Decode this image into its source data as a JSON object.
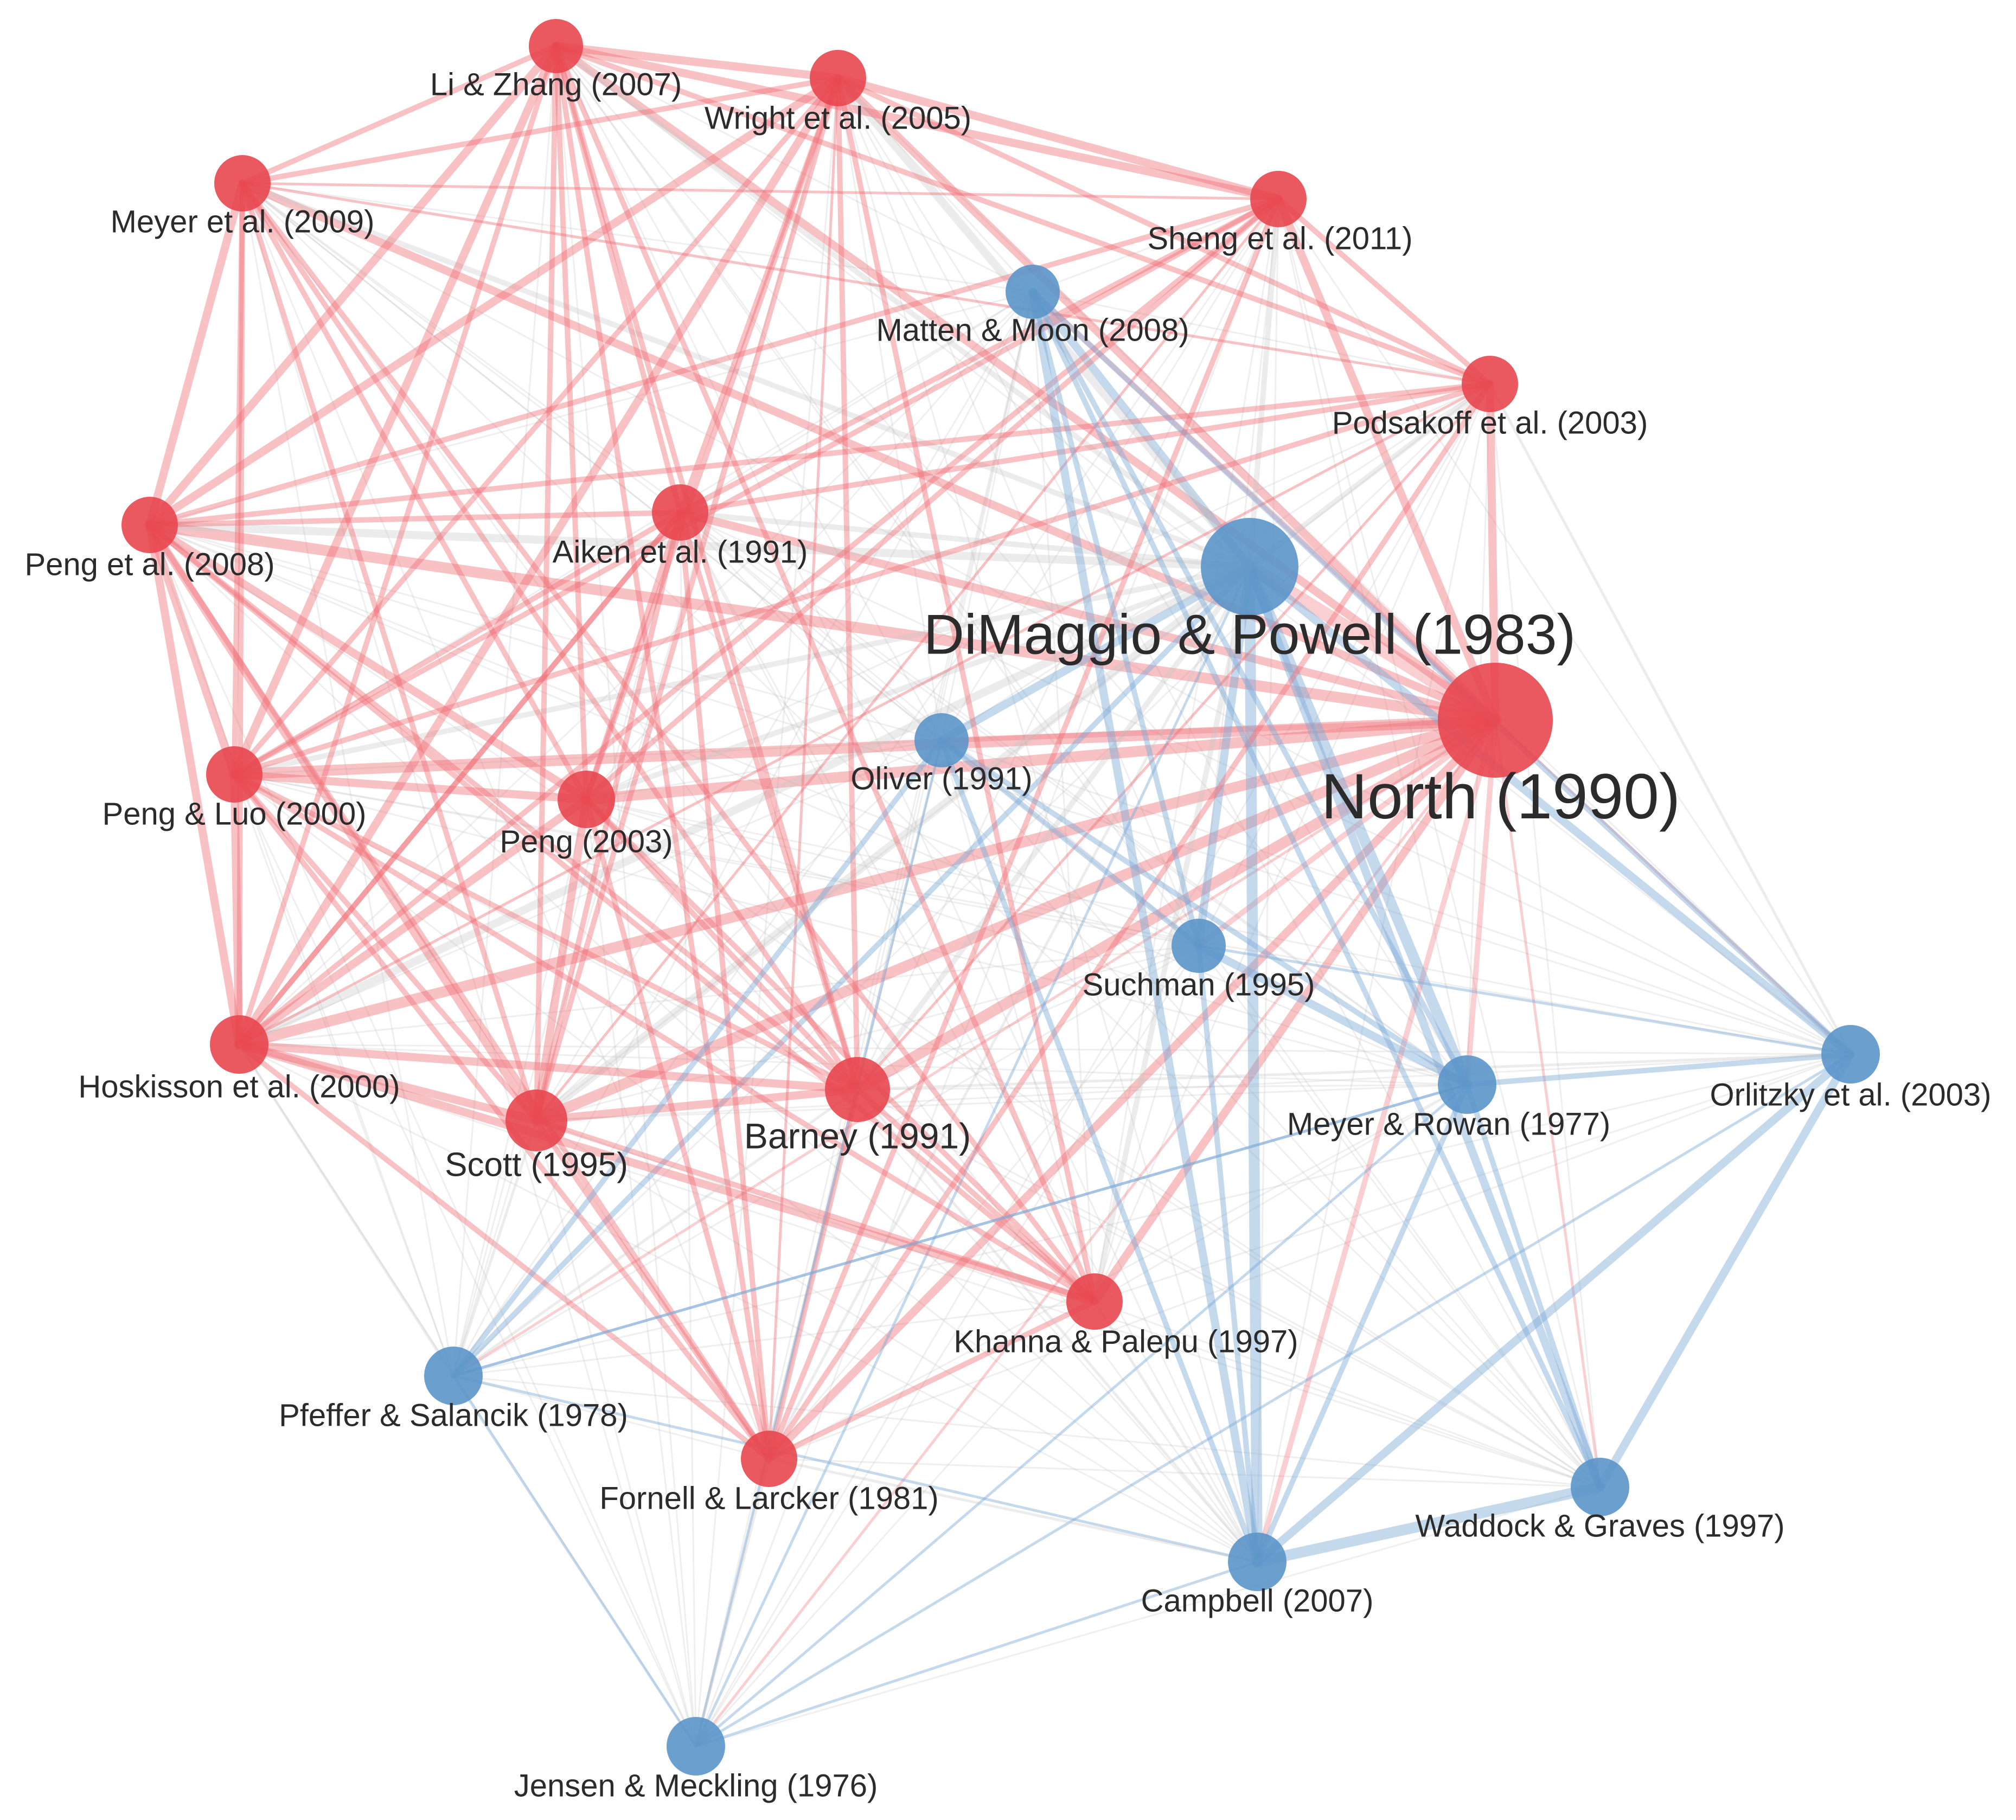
{
  "network": {
    "colors": {
      "red": "#e8464f",
      "blue": "#5b95c9",
      "red_edge": "#ee6e74",
      "blue_edge": "#7fabd6",
      "gray_edge": "#c4c4c4",
      "label": "#2b2b2b"
    },
    "nodes": [
      {
        "id": "north",
        "label": "North (1990)",
        "cluster": "red",
        "weight": 1.0
      },
      {
        "id": "dimaggio",
        "label": "DiMaggio & Powell (1983)",
        "cluster": "blue",
        "weight": 0.85
      },
      {
        "id": "barney",
        "label": "Barney (1991)",
        "cluster": "red",
        "weight": 0.55
      },
      {
        "id": "scott",
        "label": "Scott (1995)",
        "cluster": "red",
        "weight": 0.5
      },
      {
        "id": "hoskisson",
        "label": "Hoskisson et al. (2000)",
        "cluster": "red",
        "weight": 0.47
      },
      {
        "id": "peng2003",
        "label": "Peng (2003)",
        "cluster": "red",
        "weight": 0.47
      },
      {
        "id": "pengluo",
        "label": "Peng & Luo (2000)",
        "cluster": "red",
        "weight": 0.45
      },
      {
        "id": "peng2008",
        "label": "Peng et al. (2008)",
        "cluster": "red",
        "weight": 0.45
      },
      {
        "id": "aiken",
        "label": "Aiken et al. (1991)",
        "cluster": "red",
        "weight": 0.45
      },
      {
        "id": "meyer2009",
        "label": "Meyer et al. (2009)",
        "cluster": "red",
        "weight": 0.45
      },
      {
        "id": "lizhang",
        "label": "Li & Zhang (2007)",
        "cluster": "red",
        "weight": 0.43
      },
      {
        "id": "wright",
        "label": "Wright et al. (2005)",
        "cluster": "red",
        "weight": 0.45
      },
      {
        "id": "sheng",
        "label": "Sheng et al. (2011)",
        "cluster": "red",
        "weight": 0.45
      },
      {
        "id": "podsakoff",
        "label": "Podsakoff et al. (2003)",
        "cluster": "red",
        "weight": 0.45
      },
      {
        "id": "khanna",
        "label": "Khanna & Palepu (1997)",
        "cluster": "red",
        "weight": 0.45
      },
      {
        "id": "fornell",
        "label": "Fornell & Larcker (1981)",
        "cluster": "red",
        "weight": 0.45
      },
      {
        "id": "matten",
        "label": "Matten & Moon (2008)",
        "cluster": "blue",
        "weight": 0.45
      },
      {
        "id": "oliver",
        "label": "Oliver (1991)",
        "cluster": "blue",
        "weight": 0.45
      },
      {
        "id": "suchman",
        "label": "Suchman (1995)",
        "cluster": "blue",
        "weight": 0.45
      },
      {
        "id": "meyerrowan",
        "label": "Meyer & Rowan (1977)",
        "cluster": "blue",
        "weight": 0.47
      },
      {
        "id": "orlitzky",
        "label": "Orlitzky et al. (2003)",
        "cluster": "blue",
        "weight": 0.47
      },
      {
        "id": "pfeffer",
        "label": "Pfeffer & Salancik (1978)",
        "cluster": "blue",
        "weight": 0.47
      },
      {
        "id": "waddock",
        "label": "Waddock & Graves (1997)",
        "cluster": "blue",
        "weight": 0.47
      },
      {
        "id": "campbell",
        "label": "Campbell (2007)",
        "cluster": "blue",
        "weight": 0.47
      },
      {
        "id": "jensen",
        "label": "Jensen & Meckling (1976)",
        "cluster": "blue",
        "weight": 0.47
      }
    ],
    "edges": [
      [
        "north",
        "dimaggio",
        5
      ],
      [
        "north",
        "peng2008",
        4
      ],
      [
        "north",
        "hoskisson",
        4
      ],
      [
        "north",
        "pengluo",
        4
      ],
      [
        "north",
        "scott",
        4
      ],
      [
        "north",
        "barney",
        4
      ],
      [
        "north",
        "peng2003",
        4
      ],
      [
        "north",
        "aiken",
        3
      ],
      [
        "north",
        "meyer2009",
        3
      ],
      [
        "north",
        "lizhang",
        3
      ],
      [
        "north",
        "wright",
        3
      ],
      [
        "north",
        "sheng",
        3
      ],
      [
        "north",
        "podsakoff",
        3
      ],
      [
        "north",
        "khanna",
        3
      ],
      [
        "north",
        "fornell",
        3
      ],
      [
        "north",
        "oliver",
        2
      ],
      [
        "north",
        "suchman",
        2
      ],
      [
        "north",
        "meyerrowan",
        2
      ],
      [
        "north",
        "orlitzky",
        1
      ],
      [
        "north",
        "campbell",
        2
      ],
      [
        "north",
        "waddock",
        1
      ],
      [
        "north",
        "matten",
        2
      ],
      [
        "north",
        "pfeffer",
        1
      ],
      [
        "north",
        "jensen",
        1
      ],
      [
        "dimaggio",
        "matten",
        3
      ],
      [
        "dimaggio",
        "oliver",
        3
      ],
      [
        "dimaggio",
        "suchman",
        3
      ],
      [
        "dimaggio",
        "meyerrowan",
        4
      ],
      [
        "dimaggio",
        "campbell",
        4
      ],
      [
        "dimaggio",
        "waddock",
        3
      ],
      [
        "dimaggio",
        "orlitzky",
        3
      ],
      [
        "dimaggio",
        "pfeffer",
        2
      ],
      [
        "dimaggio",
        "jensen",
        1
      ],
      [
        "dimaggio",
        "scott",
        3
      ],
      [
        "dimaggio",
        "peng2008",
        3
      ],
      [
        "dimaggio",
        "hoskisson",
        3
      ],
      [
        "dimaggio",
        "wright",
        3
      ],
      [
        "dimaggio",
        "meyer2009",
        2
      ],
      [
        "dimaggio",
        "barney",
        2
      ],
      [
        "dimaggio",
        "peng2003",
        2
      ],
      [
        "dimaggio",
        "aiken",
        2
      ],
      [
        "dimaggio",
        "sheng",
        2
      ],
      [
        "dimaggio",
        "podsakoff",
        2
      ],
      [
        "dimaggio",
        "khanna",
        2
      ],
      [
        "dimaggio",
        "fornell",
        1
      ],
      [
        "dimaggio",
        "lizhang",
        2
      ],
      [
        "dimaggio",
        "pengluo",
        2
      ],
      [
        "peng2008",
        "pengluo",
        3
      ],
      [
        "peng2008",
        "hoskisson",
        3
      ],
      [
        "peng2008",
        "peng2003",
        3
      ],
      [
        "peng2008",
        "meyer2009",
        3
      ],
      [
        "peng2008",
        "lizhang",
        3
      ],
      [
        "peng2008",
        "wright",
        3
      ],
      [
        "peng2008",
        "scott",
        3
      ],
      [
        "peng2008",
        "barney",
        2
      ],
      [
        "peng2008",
        "aiken",
        2
      ],
      [
        "peng2008",
        "khanna",
        2
      ],
      [
        "peng2008",
        "sheng",
        2
      ],
      [
        "peng2008",
        "podsakoff",
        2
      ],
      [
        "peng2008",
        "fornell",
        2
      ],
      [
        "meyer2009",
        "pengluo",
        2
      ],
      [
        "meyer2009",
        "hoskisson",
        2
      ],
      [
        "meyer2009",
        "peng2003",
        2
      ],
      [
        "meyer2009",
        "lizhang",
        2
      ],
      [
        "meyer2009",
        "wright",
        2
      ],
      [
        "meyer2009",
        "scott",
        2
      ],
      [
        "meyer2009",
        "barney",
        2
      ],
      [
        "meyer2009",
        "khanna",
        2
      ],
      [
        "meyer2009",
        "podsakoff",
        1
      ],
      [
        "meyer2009",
        "sheng",
        1
      ],
      [
        "lizhang",
        "wright",
        3
      ],
      [
        "lizhang",
        "sheng",
        3
      ],
      [
        "lizhang",
        "pengluo",
        3
      ],
      [
        "lizhang",
        "peng2003",
        2
      ],
      [
        "lizhang",
        "hoskisson",
        2
      ],
      [
        "lizhang",
        "aiken",
        2
      ],
      [
        "lizhang",
        "barney",
        2
      ],
      [
        "lizhang",
        "scott",
        2
      ],
      [
        "lizhang",
        "fornell",
        2
      ],
      [
        "lizhang",
        "podsakoff",
        2
      ],
      [
        "lizhang",
        "khanna",
        2
      ],
      [
        "wright",
        "sheng",
        3
      ],
      [
        "wright",
        "hoskisson",
        3
      ],
      [
        "wright",
        "pengluo",
        2
      ],
      [
        "wright",
        "peng2003",
        2
      ],
      [
        "wright",
        "aiken",
        2
      ],
      [
        "wright",
        "barney",
        2
      ],
      [
        "wright",
        "scott",
        2
      ],
      [
        "wright",
        "podsakoff",
        2
      ],
      [
        "wright",
        "khanna",
        2
      ],
      [
        "wright",
        "fornell",
        1
      ],
      [
        "sheng",
        "podsakoff",
        2
      ],
      [
        "sheng",
        "pengluo",
        2
      ],
      [
        "sheng",
        "aiken",
        2
      ],
      [
        "sheng",
        "peng2003",
        2
      ],
      [
        "sheng",
        "fornell",
        2
      ],
      [
        "sheng",
        "hoskisson",
        2
      ],
      [
        "sheng",
        "scott",
        1
      ],
      [
        "podsakoff",
        "aiken",
        2
      ],
      [
        "podsakoff",
        "fornell",
        2
      ],
      [
        "podsakoff",
        "pengluo",
        2
      ],
      [
        "podsakoff",
        "barney",
        1
      ],
      [
        "podsakoff",
        "hoskisson",
        1
      ],
      [
        "pengluo",
        "peng2003",
        3
      ],
      [
        "pengluo",
        "hoskisson",
        3
      ],
      [
        "pengluo",
        "scott",
        2
      ],
      [
        "pengluo",
        "barney",
        2
      ],
      [
        "pengluo",
        "khanna",
        2
      ],
      [
        "pengluo",
        "fornell",
        2
      ],
      [
        "pengluo",
        "aiken",
        2
      ],
      [
        "hoskisson",
        "peng2003",
        3
      ],
      [
        "hoskisson",
        "scott",
        3
      ],
      [
        "hoskisson",
        "barney",
        3
      ],
      [
        "hoskisson",
        "khanna",
        3
      ],
      [
        "hoskisson",
        "fornell",
        2
      ],
      [
        "hoskisson",
        "aiken",
        2
      ],
      [
        "peng2003",
        "scott",
        3
      ],
      [
        "peng2003",
        "barney",
        2
      ],
      [
        "peng2003",
        "khanna",
        2
      ],
      [
        "peng2003",
        "fornell",
        2
      ],
      [
        "peng2003",
        "aiken",
        2
      ],
      [
        "scott",
        "barney",
        3
      ],
      [
        "scott",
        "khanna",
        2
      ],
      [
        "scott",
        "fornell",
        2
      ],
      [
        "barney",
        "khanna",
        2
      ],
      [
        "barney",
        "fornell",
        2
      ],
      [
        "khanna",
        "fornell",
        2
      ],
      [
        "aiken",
        "fornell",
        2
      ],
      [
        "aiken",
        "scott",
        2
      ],
      [
        "aiken",
        "barney",
        2
      ],
      [
        "aiken",
        "hoskisson",
        2
      ],
      [
        "matten",
        "campbell",
        3
      ],
      [
        "matten",
        "meyerrowan",
        2
      ],
      [
        "matten",
        "waddock",
        2
      ],
      [
        "matten",
        "orlitzky",
        2
      ],
      [
        "matten",
        "suchman",
        2
      ],
      [
        "oliver",
        "suchman",
        2
      ],
      [
        "oliver",
        "meyerrowan",
        2
      ],
      [
        "oliver",
        "pfeffer",
        2
      ],
      [
        "oliver",
        "campbell",
        2
      ],
      [
        "suchman",
        "meyerrowan",
        3
      ],
      [
        "suchman",
        "campbell",
        2
      ],
      [
        "suchman",
        "orlitzky",
        1
      ],
      [
        "meyerrowan",
        "waddock",
        2
      ],
      [
        "meyerrowan",
        "orlitzky",
        2
      ],
      [
        "meyerrowan",
        "campbell",
        2
      ],
      [
        "meyerrowan",
        "pfeffer",
        1
      ],
      [
        "orlitzky",
        "waddock",
        3
      ],
      [
        "orlitzky",
        "campbell",
        3
      ],
      [
        "waddock",
        "campbell",
        4
      ],
      [
        "campbell",
        "pfeffer",
        1
      ],
      [
        "jensen",
        "pfeffer",
        1
      ],
      [
        "jensen",
        "campbell",
        1
      ],
      [
        "jensen",
        "orlitzky",
        1
      ],
      [
        "jensen",
        "meyerrowan",
        1
      ],
      [
        "jensen",
        "oliver",
        1
      ],
      [
        "jensen",
        "fornell",
        1
      ],
      [
        "pfeffer",
        "barney",
        1
      ],
      [
        "pfeffer",
        "scott",
        1
      ],
      [
        "pfeffer",
        "hoskisson",
        1
      ],
      [
        "pfeffer",
        "meyerrowan",
        1
      ],
      [
        "campbell",
        "khanna",
        1
      ],
      [
        "campbell",
        "barney",
        1
      ],
      [
        "orlitzky",
        "barney",
        1
      ],
      [
        "orlitzky",
        "podsakoff",
        1
      ],
      [
        "fornell",
        "campbell",
        1
      ]
    ]
  }
}
